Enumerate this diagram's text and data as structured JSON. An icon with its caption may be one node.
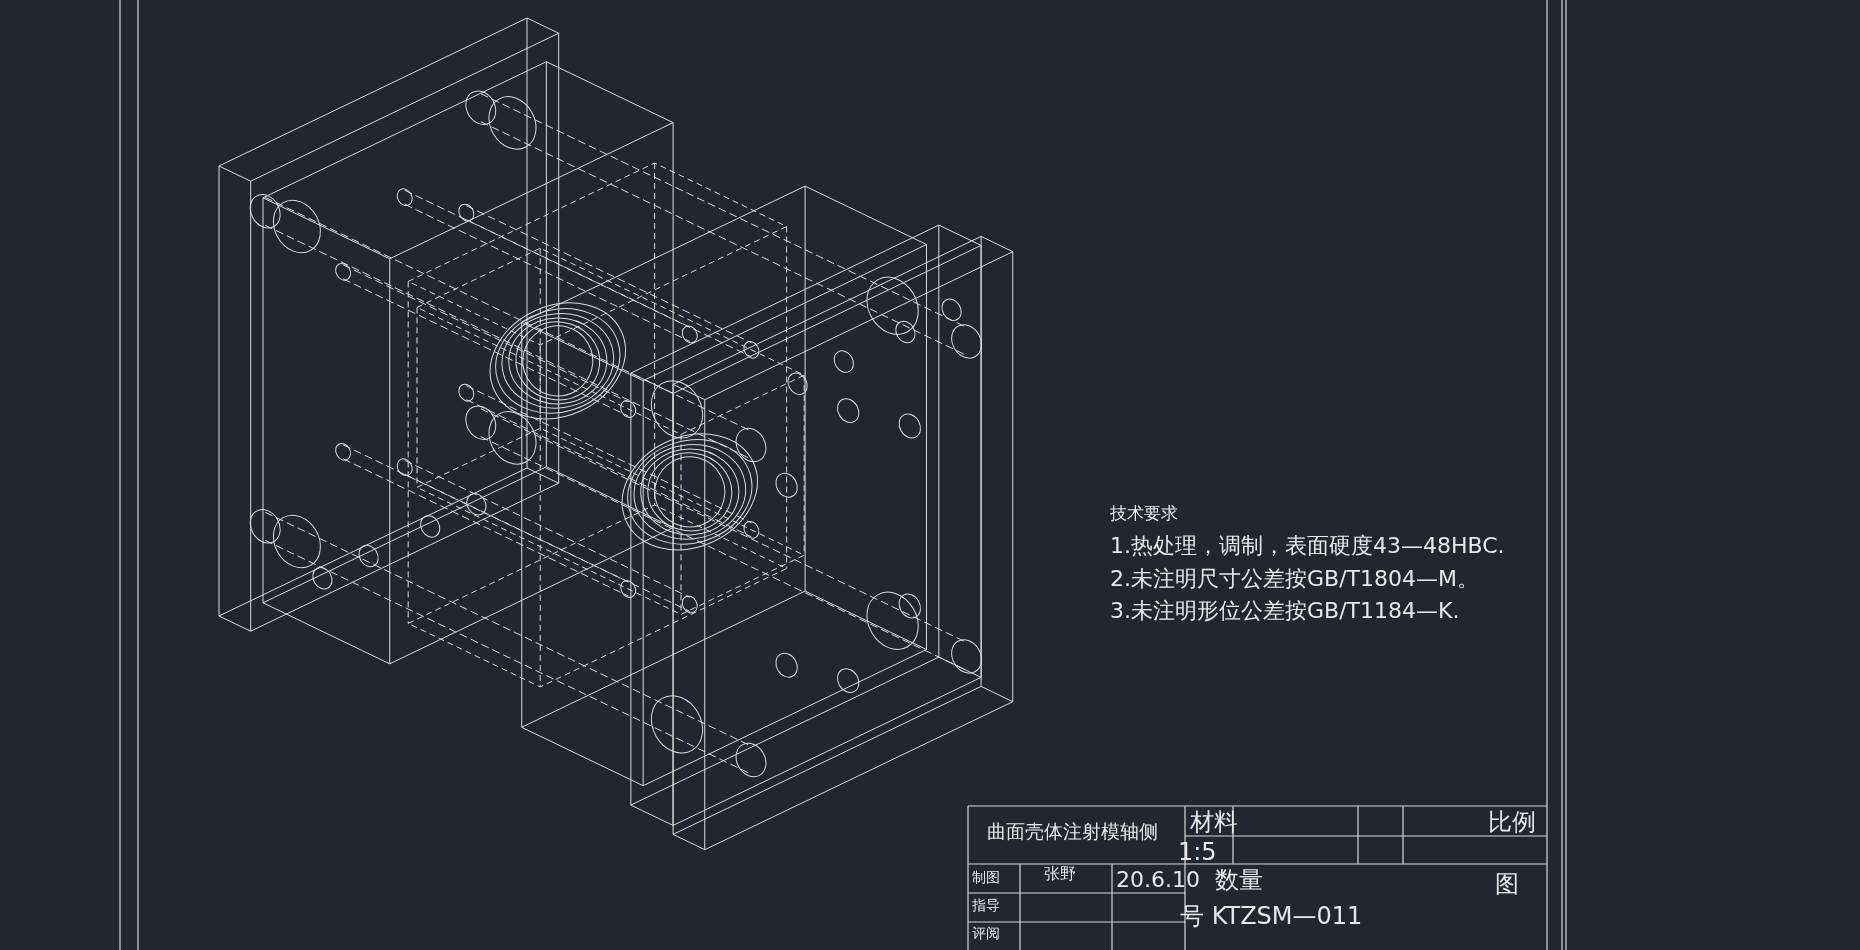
{
  "diagram": {
    "labels": [
      "技术要求",
      "1.热处理，调制，表面硬度43—48HBC.",
      "2.未注明尺寸公差按GB/T1804—M。",
      "3.未注明形位公差按GB/T1184—K.",
      "曲面壳体注射模轴侧",
      "材料",
      "比例",
      "1:5",
      "制图",
      "张野",
      "20.6.10",
      "数量",
      "图",
      "指导",
      "号 KTZSM—011",
      "评阅"
    ]
  }
}
